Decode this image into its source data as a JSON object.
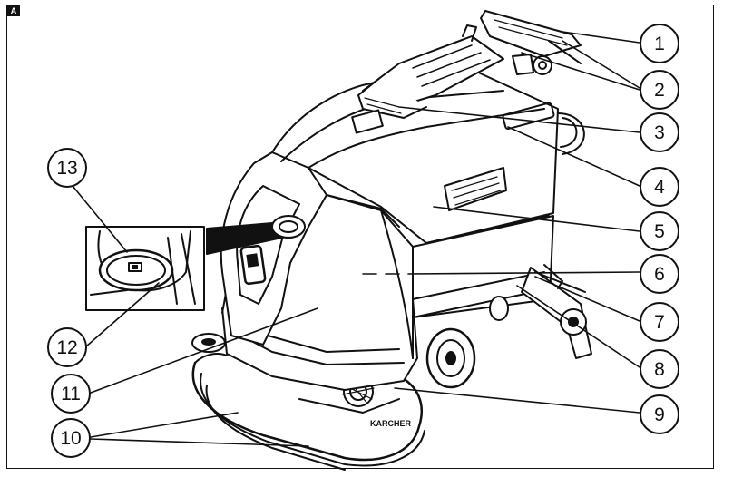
{
  "figure": {
    "badge": "A",
    "callouts": [
      {
        "label": "1"
      },
      {
        "label": "2"
      },
      {
        "label": "3"
      },
      {
        "label": "4"
      },
      {
        "label": "5"
      },
      {
        "label": "6"
      },
      {
        "label": "7"
      },
      {
        "label": "8"
      },
      {
        "label": "9"
      },
      {
        "label": "10"
      },
      {
        "label": "11"
      },
      {
        "label": "12"
      },
      {
        "label": "13"
      }
    ]
  }
}
